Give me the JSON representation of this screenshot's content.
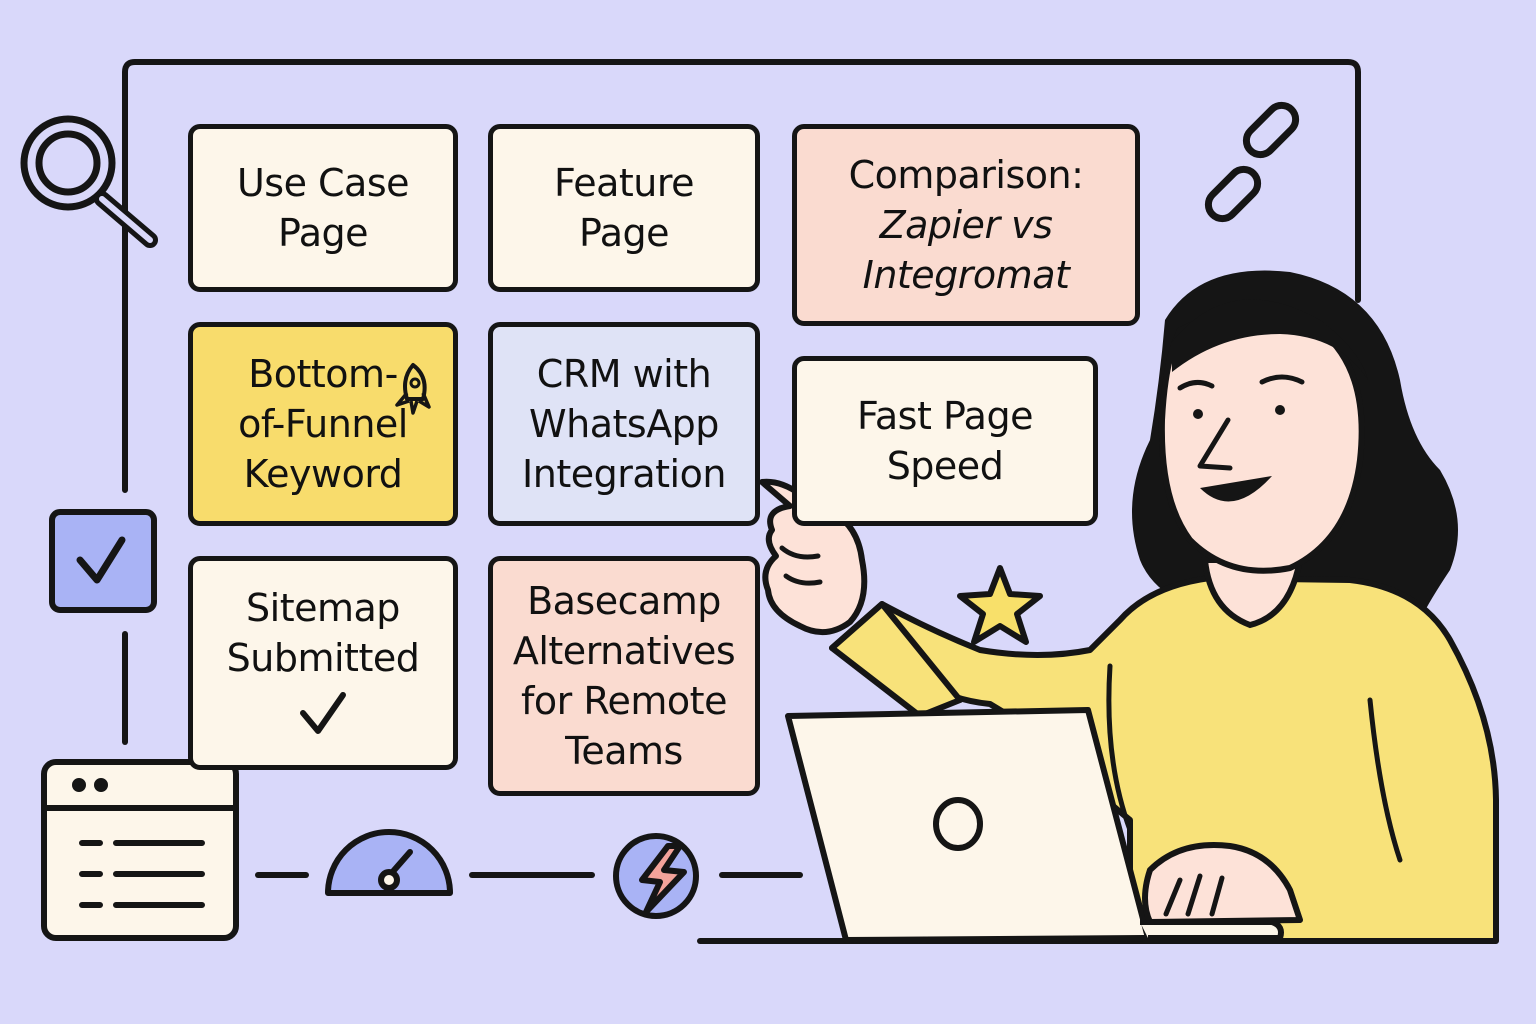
{
  "cards": {
    "use_case": [
      "Use Case",
      "Page"
    ],
    "feature": [
      "Feature",
      "Page"
    ],
    "comparison": {
      "title": "Comparison:",
      "line2": "Zapier vs",
      "line3": "Integromat"
    },
    "bofu": [
      "Bottom-",
      "of-Funnel",
      "Keyword"
    ],
    "crm": [
      "CRM with",
      "WhatsApp",
      "Integration"
    ],
    "fast": [
      "Fast Page",
      "Speed"
    ],
    "sitemap": [
      "Sitemap",
      "Submitted"
    ],
    "basecamp": [
      "Basecamp",
      "Alternatives",
      "for Remote",
      "Teams"
    ]
  },
  "icons": [
    "magnifier-icon",
    "link-icon",
    "checkbox-icon",
    "browser-window-icon",
    "speedometer-icon",
    "lightning-icon",
    "star-icon",
    "rocket-icon",
    "check-icon"
  ],
  "colors": {
    "background": "#d9d8fa",
    "card_cream": "#fdf6ea",
    "card_peach": "#fadbd0",
    "card_yellow": "#f8dc6c",
    "card_blue": "#dfe3f6",
    "sweater": "#f8e27a",
    "accent_blue": "#a9b3f5",
    "outline": "#151515"
  }
}
